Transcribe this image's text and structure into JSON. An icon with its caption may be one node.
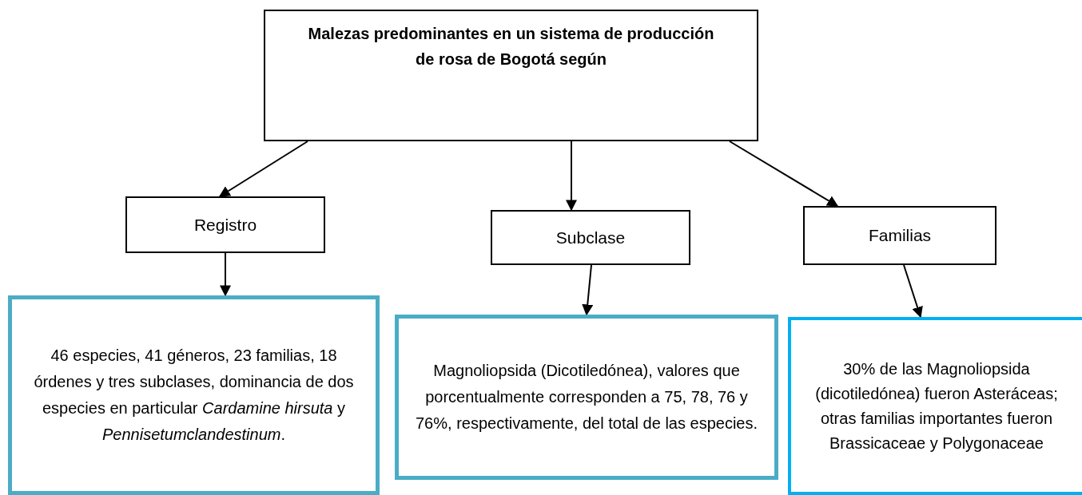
{
  "diagram": {
    "nodes": [
      {
        "text": [
          "Malezas predominantes  en un sistema de producción de rosa de Bogotá  según"
        ]
      },
      {
        "text": [
          "Registro"
        ]
      },
      {
        "text": [
          "Subclase"
        ]
      },
      {
        "text": [
          "Familias"
        ]
      },
      {
        "text": [
          "46 especies, 41 géneros, 23 familias, 18 órdenes y tres subclases, dominancia de dos especies en particular *Cardamine hirsuta* y *Pennisetumclandestinum*."
        ]
      },
      {
        "text": [
          "Magnoliopsida  (Dicotiledónea), valores que porcentualmente corresponden a 75, 78, 76 y 76%, respectivamente, del total de las especies."
        ]
      },
      {
        "text": [
          "30% de las Magnoliopsida (dicotiledónea) fueron Asteráceas; otras familias importantes fueron Brassicaceae y Polygonaceae"
        ]
      }
    ],
    "edges": [
      {
        "from": 0,
        "to": 1,
        "arrow": "to"
      },
      {
        "from": 0,
        "to": 2,
        "arrow": "to"
      },
      {
        "from": 0,
        "to": 3,
        "arrow": "to"
      },
      {
        "from": 1,
        "to": 4,
        "arrow": "to"
      },
      {
        "from": 2,
        "to": 5,
        "arrow": "to"
      },
      {
        "from": 3,
        "to": 6,
        "arrow": "to"
      }
    ]
  }
}
